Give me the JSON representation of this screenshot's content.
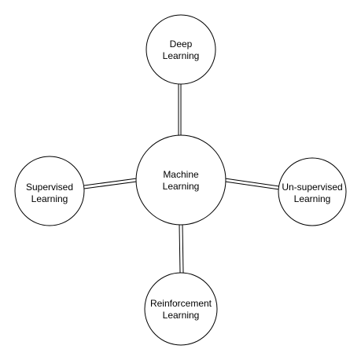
{
  "diagram": {
    "center": {
      "line1": "Machine",
      "line2": "Learning"
    },
    "top": {
      "line1": "Deep",
      "line2": "Learning"
    },
    "left": {
      "line1": "Supervised",
      "line2": "Learning"
    },
    "right": {
      "line1": "Un-supervised",
      "line2": "Learning"
    },
    "bottom": {
      "line1": "Reinforcement",
      "line2": "Learning"
    }
  }
}
